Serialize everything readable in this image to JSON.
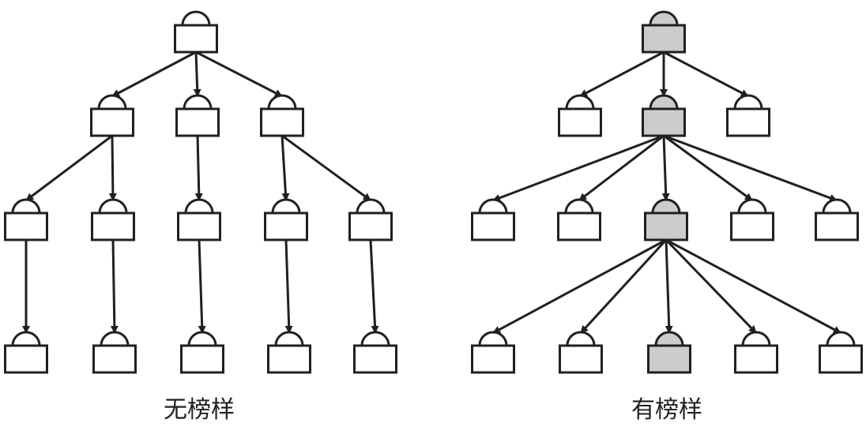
{
  "colors": {
    "stroke": "#231f20",
    "plain_fill": "#ffffff",
    "highlight_fill": "#cccccc"
  },
  "left_diagram": {
    "caption": "无榜样",
    "nodes": [
      {
        "id": "a0",
        "highlighted": false
      },
      {
        "id": "b0",
        "highlighted": false
      },
      {
        "id": "b1",
        "highlighted": false
      },
      {
        "id": "b2",
        "highlighted": false
      },
      {
        "id": "c0",
        "highlighted": false
      },
      {
        "id": "c1",
        "highlighted": false
      },
      {
        "id": "c2",
        "highlighted": false
      },
      {
        "id": "c3",
        "highlighted": false
      },
      {
        "id": "c4",
        "highlighted": false
      },
      {
        "id": "d0",
        "highlighted": false
      },
      {
        "id": "d1",
        "highlighted": false
      },
      {
        "id": "d2",
        "highlighted": false
      },
      {
        "id": "d3",
        "highlighted": false
      },
      {
        "id": "d4",
        "highlighted": false
      }
    ],
    "edges": [
      [
        "a0",
        "b0"
      ],
      [
        "a0",
        "b1"
      ],
      [
        "a0",
        "b2"
      ],
      [
        "b0",
        "c0"
      ],
      [
        "b0",
        "c1"
      ],
      [
        "b1",
        "c2"
      ],
      [
        "b2",
        "c3"
      ],
      [
        "b2",
        "c4"
      ],
      [
        "c0",
        "d0"
      ],
      [
        "c1",
        "d1"
      ],
      [
        "c2",
        "d2"
      ],
      [
        "c3",
        "d3"
      ],
      [
        "c4",
        "d4"
      ]
    ]
  },
  "right_diagram": {
    "caption": "有榜样",
    "nodes": [
      {
        "id": "a0",
        "highlighted": true
      },
      {
        "id": "b0",
        "highlighted": false
      },
      {
        "id": "b1",
        "highlighted": true
      },
      {
        "id": "b2",
        "highlighted": false
      },
      {
        "id": "c0",
        "highlighted": false
      },
      {
        "id": "c1",
        "highlighted": false
      },
      {
        "id": "c2",
        "highlighted": true
      },
      {
        "id": "c3",
        "highlighted": false
      },
      {
        "id": "c4",
        "highlighted": false
      },
      {
        "id": "d0",
        "highlighted": false
      },
      {
        "id": "d1",
        "highlighted": false
      },
      {
        "id": "d2",
        "highlighted": true
      },
      {
        "id": "d3",
        "highlighted": false
      },
      {
        "id": "d4",
        "highlighted": false
      }
    ],
    "edges": [
      [
        "a0",
        "b0"
      ],
      [
        "a0",
        "b1"
      ],
      [
        "a0",
        "b2"
      ],
      [
        "b1",
        "c0"
      ],
      [
        "b1",
        "c1"
      ],
      [
        "b1",
        "c2"
      ],
      [
        "b1",
        "c3"
      ],
      [
        "b1",
        "c4"
      ],
      [
        "c2",
        "d0"
      ],
      [
        "c2",
        "d1"
      ],
      [
        "c2",
        "d2"
      ],
      [
        "c2",
        "d3"
      ],
      [
        "c2",
        "d4"
      ]
    ]
  }
}
